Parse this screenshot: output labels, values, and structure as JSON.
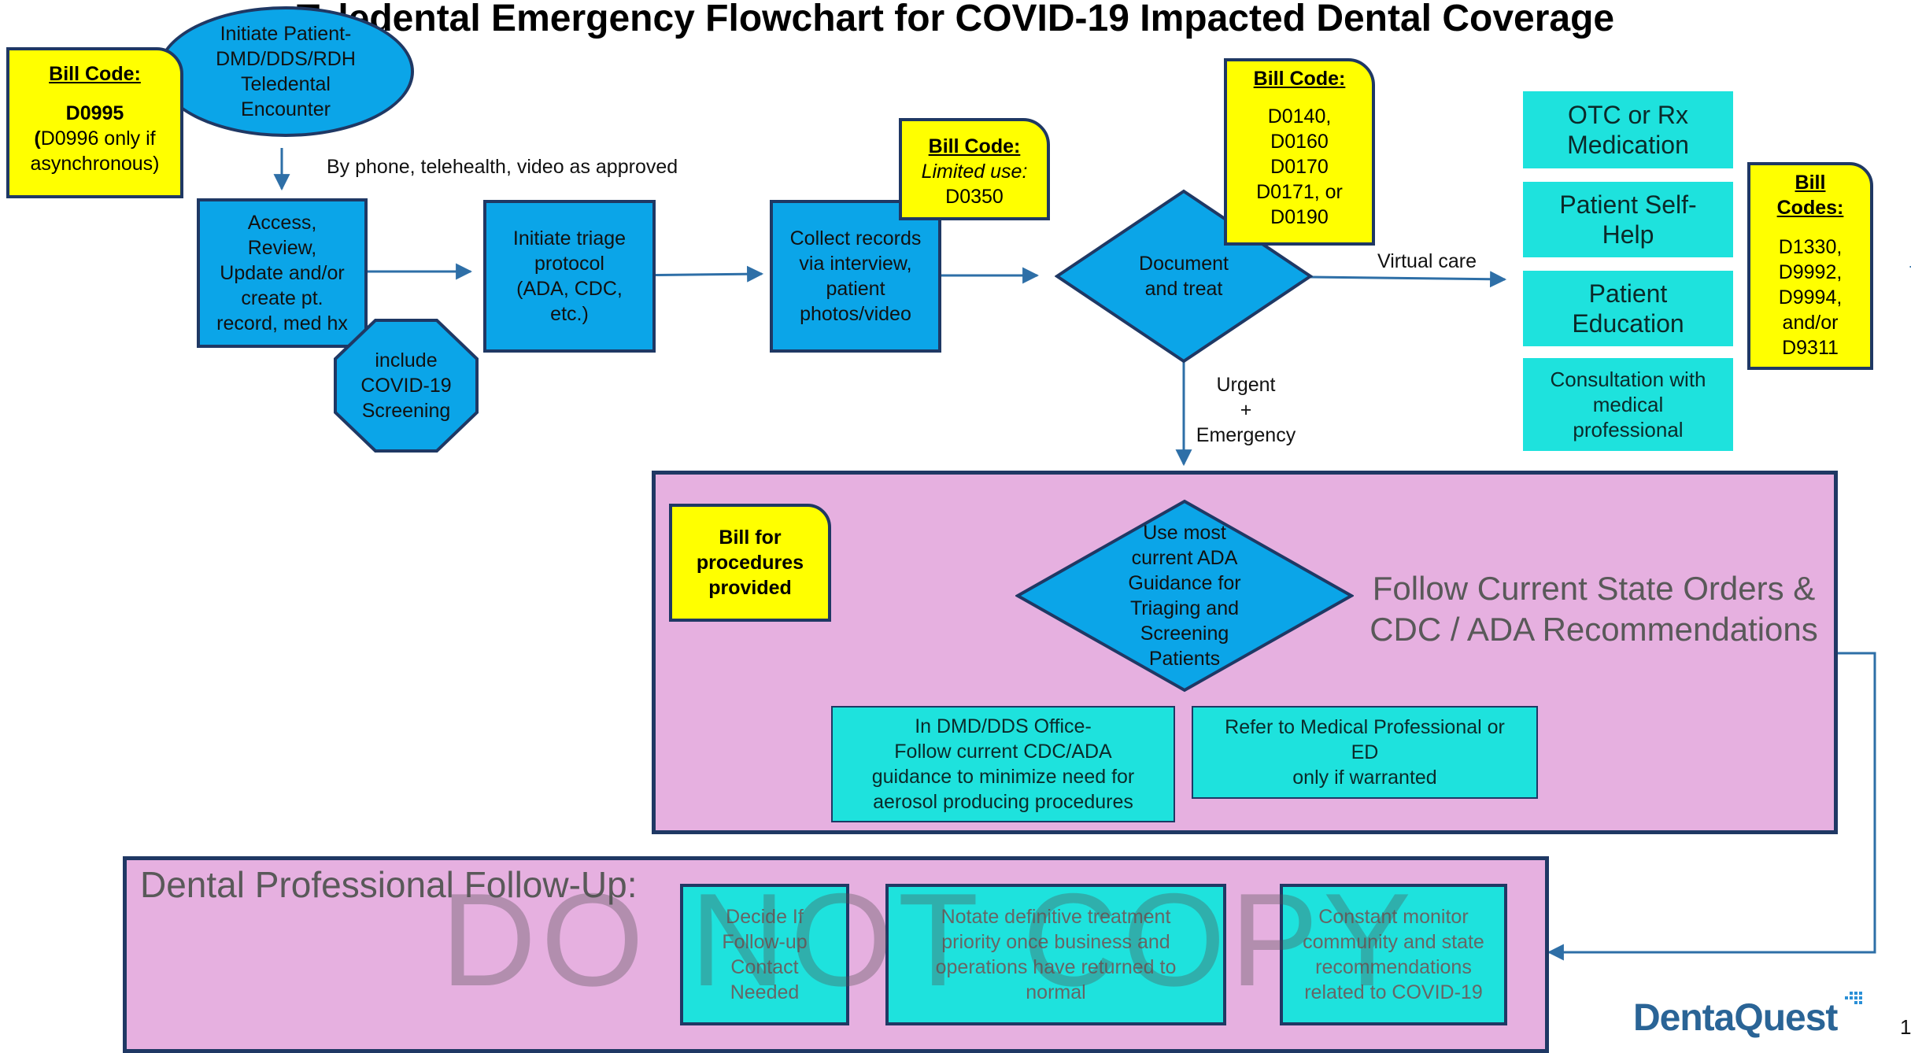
{
  "title": "Teledental Emergency Flowchart for COVID-19 Impacted Dental Coverage",
  "nodes": {
    "start": "Initiate Patient-\nDMD/DDS/RDH\nTeledental\nEncounter",
    "access": "Access,\nReview,\nUpdate and/or\ncreate pt.\nrecord, med hx",
    "covid": "include\nCOVID-19\nScreening",
    "triage": "Initiate triage\nprotocol\n(ADA, CDC,\netc.)",
    "collect": "Collect records\nvia interview,\npatient\nphotos/video",
    "document": "Document\nand treat",
    "guidance": "Use most\ncurrent ADA\nGuidance for\nTriaging and\nScreening\nPatients"
  },
  "bill_codes": {
    "first_heading": "Bill Code:",
    "first_code": "D0995",
    "first_note": "D0996 only if\nasynchronous)",
    "limited_heading": "Bill Code:",
    "limited_note": "Limited use:",
    "limited_code": "D0350",
    "exam_heading": "Bill Code:",
    "exam_codes": "D0140,\nD0160\nD0170\nD0171, or\nD0190",
    "right_heading": "Bill\nCodes:",
    "right_codes": "D1330,\nD9992,\nD9994,\nand/or\nD9311",
    "procedures": "Bill for\nprocedures\nprovided"
  },
  "edge_labels": {
    "phone": "By phone, telehealth, video as approved",
    "virtual": "Virtual care",
    "urgent": "Urgent\n+\nEmergency"
  },
  "virtual_options": [
    "OTC or Rx\nMedication",
    "Patient Self-\nHelp",
    "Patient\nEducation",
    "Consultation with\nmedical\nprofessional"
  ],
  "emergency_section": {
    "state_orders": "Follow Current State Orders &\nCDC / ADA Recommendations",
    "office": "In DMD/DDS Office-\nFollow current CDC/ADA\nguidance to  minimize need for\naerosol producing procedures",
    "refer": "Refer to Medical Professional or\nED\nonly if warranted"
  },
  "followup_section": {
    "title": "Dental Professional Follow-Up:",
    "items": [
      "Decide If\nFollow-up\nContact\nNeeded",
      "Notate definitive treatment\npriority once business and\noperations have returned to\nnormal",
      "Constant monitor\ncommunity and state\nrecommendations\nrelated to COVID-19"
    ]
  },
  "watermark": "DO NOT COPY",
  "logo": "DentaQuest",
  "page_number": "1",
  "colors": {
    "blue": "#0ba5e8",
    "yellow": "#ffff00",
    "cyan": "#1ee2dd",
    "pink": "#e6b0e0",
    "outline": "#1f3864",
    "arrow": "#2e6fa7"
  }
}
